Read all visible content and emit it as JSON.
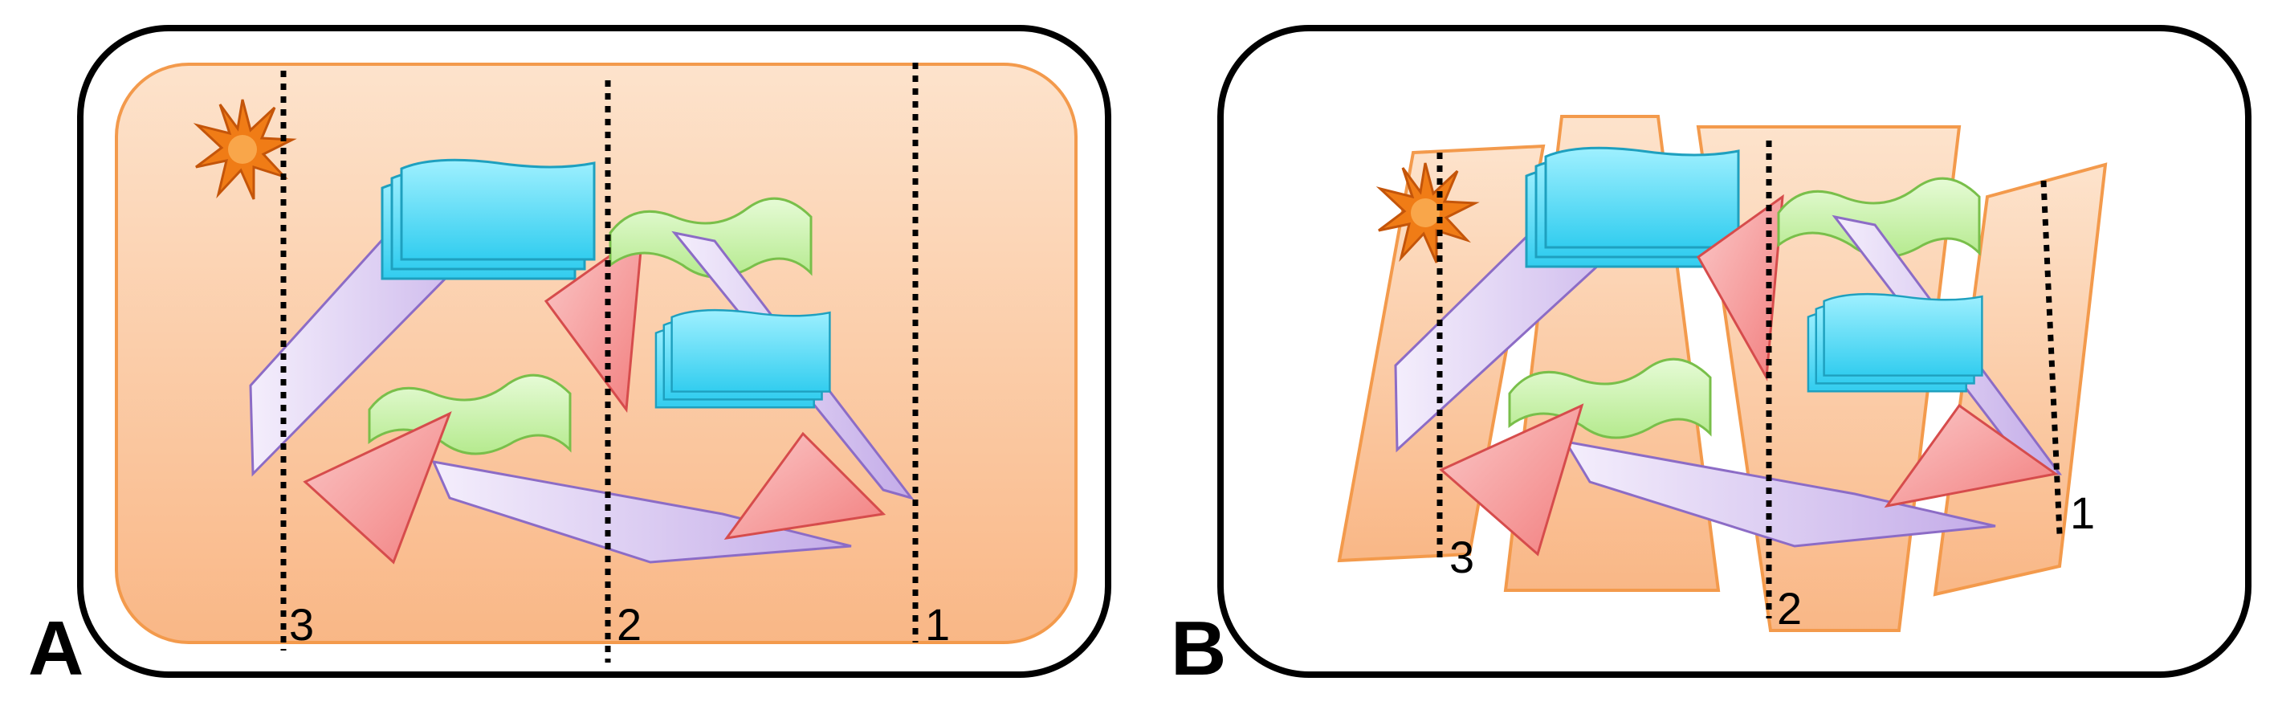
{
  "panels": [
    {
      "letter": "A",
      "lines": [
        {
          "label": "3"
        },
        {
          "label": "2"
        },
        {
          "label": "1"
        }
      ]
    },
    {
      "letter": "B",
      "lines": [
        {
          "label": "3"
        },
        {
          "label": "2"
        },
        {
          "label": "1"
        }
      ]
    }
  ],
  "colors": {
    "frame": "#000000",
    "sheet_fill": "#fcd1ad",
    "sheet_stroke": "#f39a4c",
    "cyan_fill": "#3fd3f3",
    "cyan_stroke": "#1ea0bf",
    "purple_fill": "#cdb9ec",
    "purple_stroke": "#8c6cc6",
    "pink_fill": "#f59a9a",
    "pink_stroke": "#d64c4c",
    "green_fill": "#c4f0a4",
    "green_stroke": "#79bf4a",
    "star_fill": "#f07c16"
  }
}
